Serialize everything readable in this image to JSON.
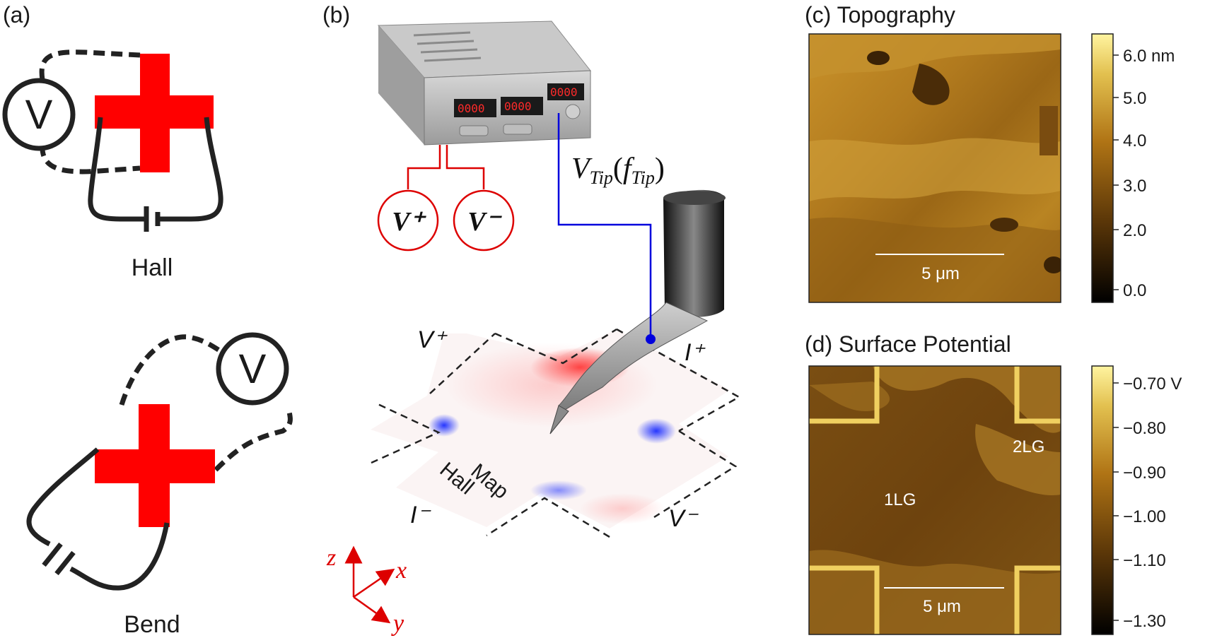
{
  "panels": {
    "a": {
      "label": "(a)",
      "voltmeter_symbol": "V",
      "hall_caption": "Hall",
      "bend_caption": "Bend",
      "colors": {
        "cross": "#ff0000",
        "wire": "#222222"
      }
    },
    "b": {
      "label": "(b)",
      "instrument_displays": [
        "0000",
        "0000",
        "0000"
      ],
      "tip_voltage": "V",
      "tip_voltage_sub": "Tip",
      "tip_freq": "f",
      "tip_freq_sub": "Tip",
      "v_plus_circle": "V⁺",
      "v_minus_circle": "V⁻",
      "terminal_v_plus": "V⁺",
      "terminal_i_plus": "I⁺",
      "terminal_i_minus": "I⁻",
      "terminal_v_minus": "V⁻",
      "map_line1": "Hall",
      "map_line2": "Map",
      "axis_z": "z",
      "axis_x": "x",
      "axis_y": "y",
      "colors": {
        "lead": "#0000dd",
        "terminal": "#dd0000",
        "axes": "#dd0000"
      }
    },
    "c": {
      "label": "(c)",
      "title": "Topography",
      "scale_bar": "5 μm",
      "colorbar_ticks": [
        "6.0 nm",
        "5.0",
        "4.0",
        "3.0",
        "2.0",
        "0.0"
      ]
    },
    "d": {
      "label": "(d)",
      "title": "Surface Potential",
      "scale_bar": "5 μm",
      "region_1": "1LG",
      "region_2": "2LG",
      "colorbar_ticks": [
        "−0.70 V",
        "−0.80",
        "−0.90",
        "−1.00",
        "−1.10",
        "−1.30"
      ]
    }
  }
}
